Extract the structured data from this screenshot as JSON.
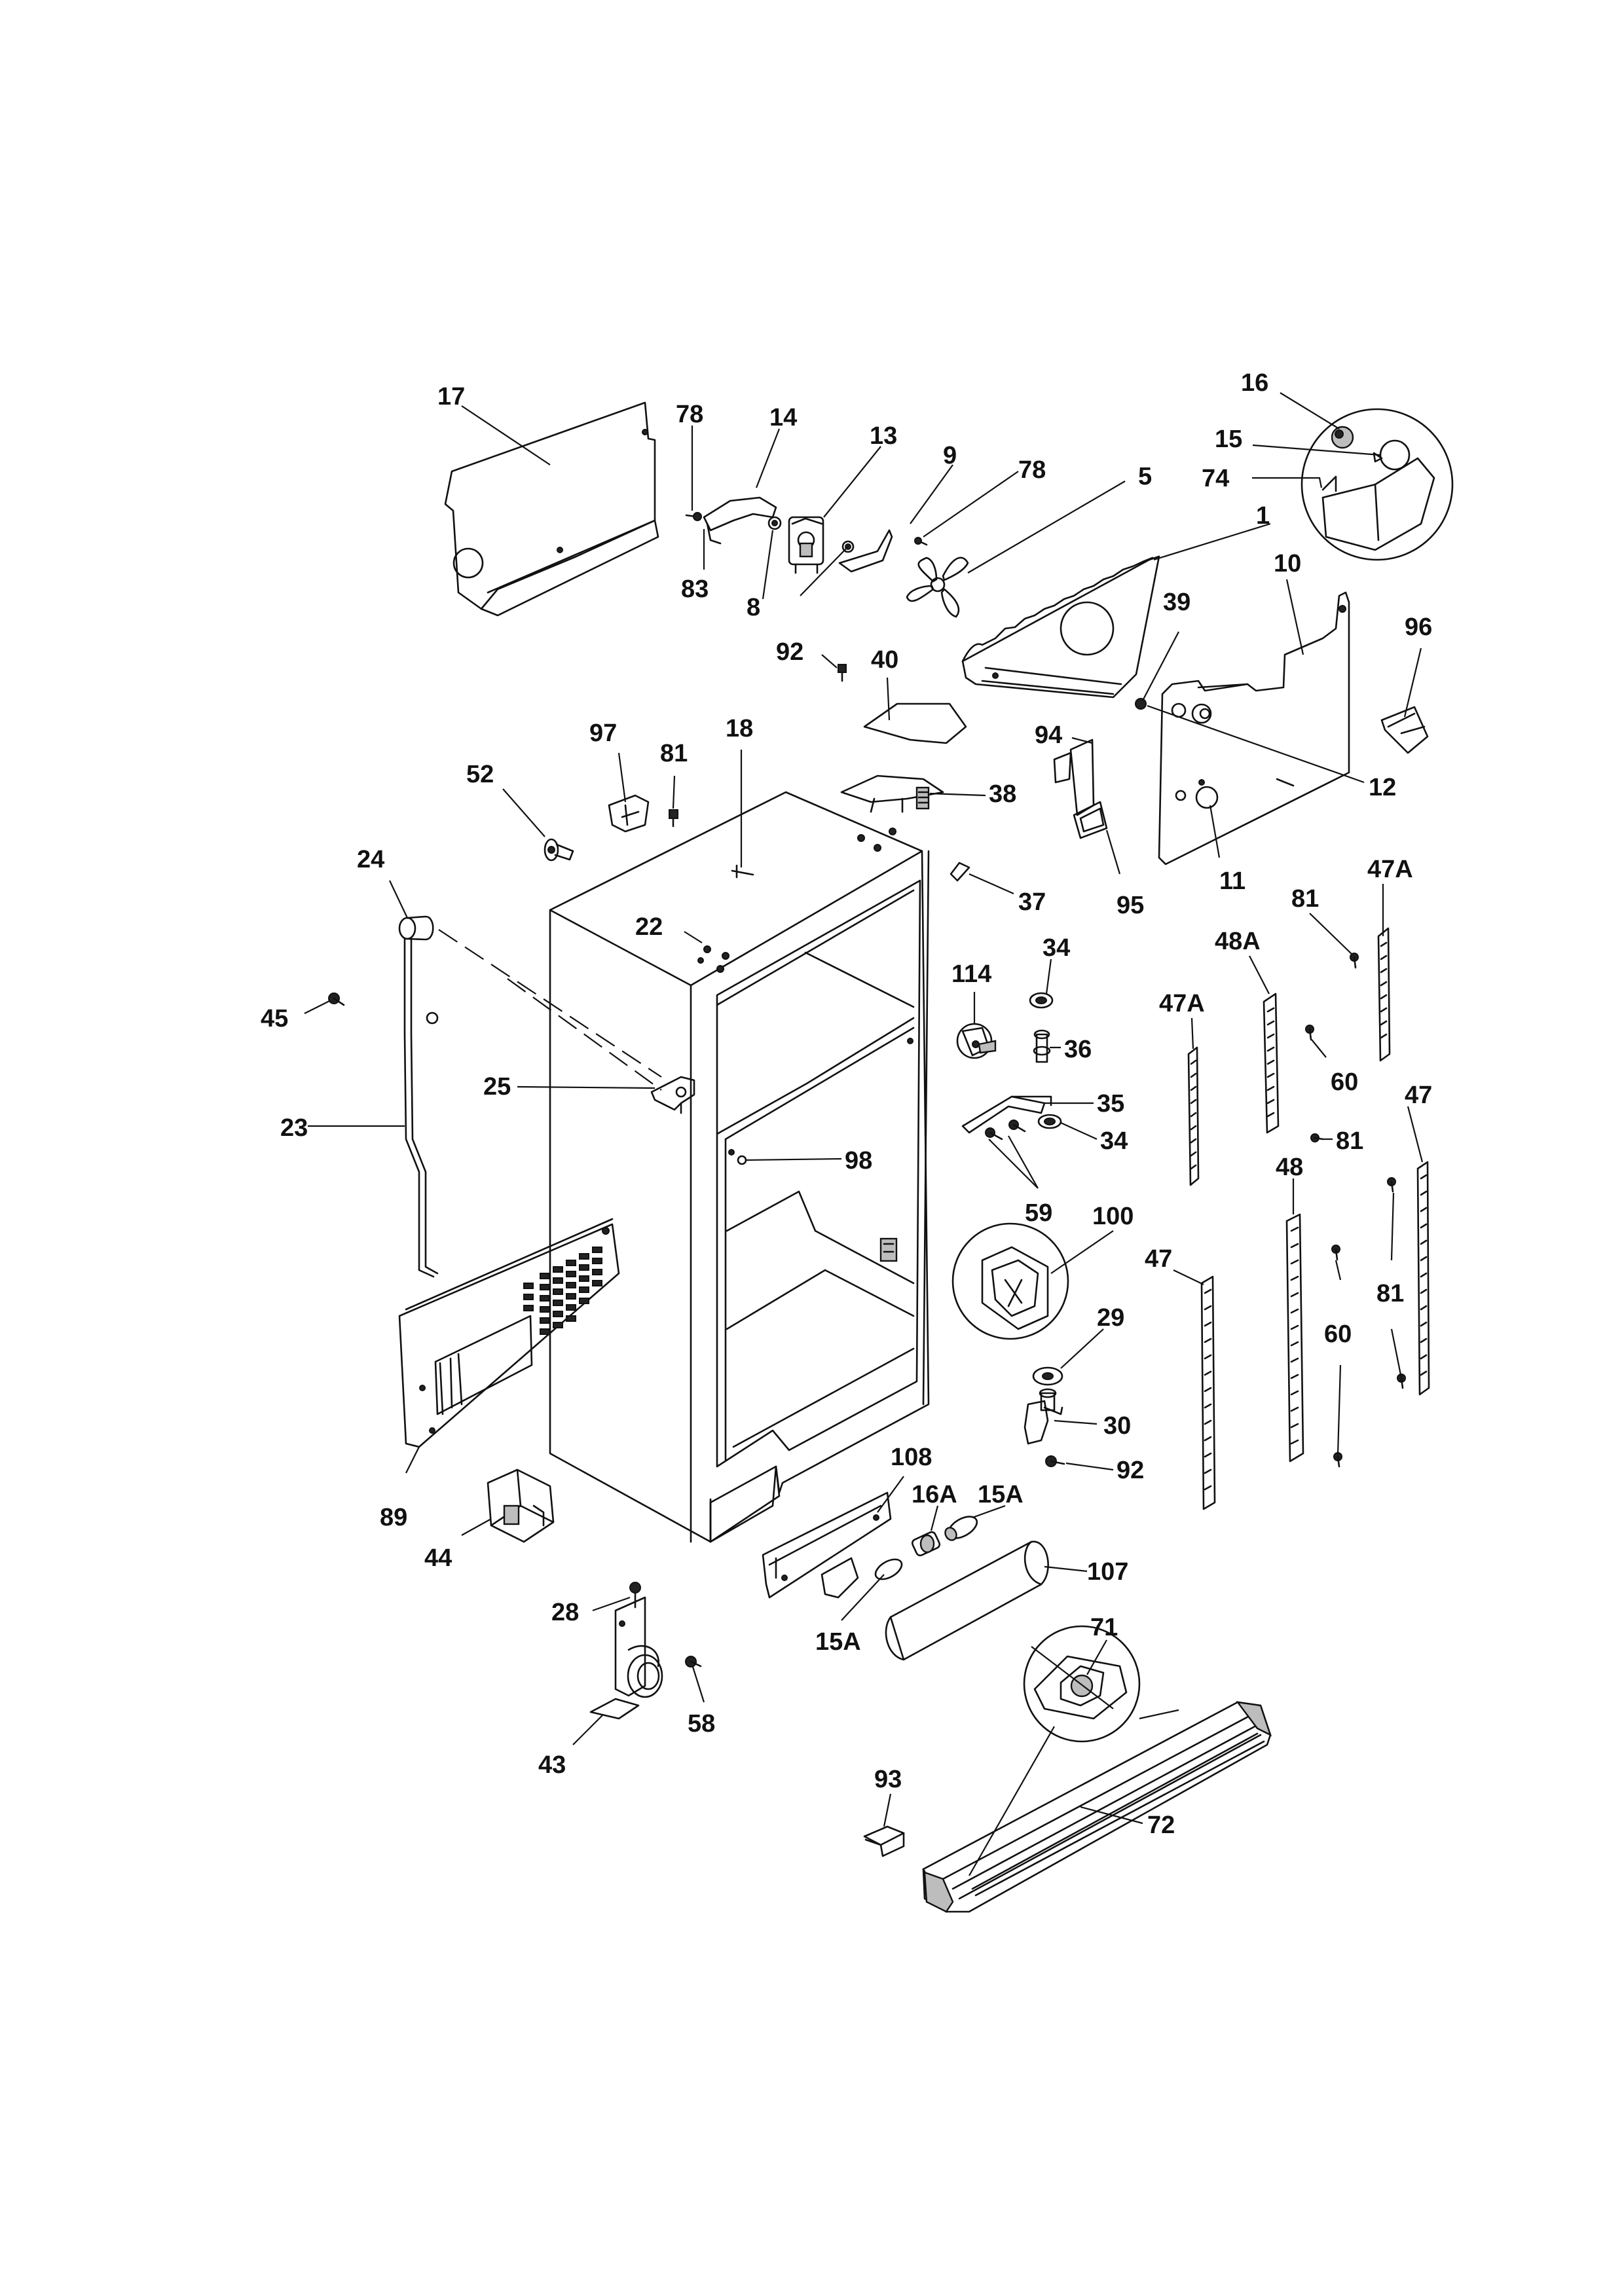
{
  "diagram": {
    "callouts": [
      {
        "id": "17"
      },
      {
        "id": "78"
      },
      {
        "id": "14"
      },
      {
        "id": "13"
      },
      {
        "id": "9"
      },
      {
        "id": "78"
      },
      {
        "id": "5"
      },
      {
        "id": "16"
      },
      {
        "id": "15"
      },
      {
        "id": "74"
      },
      {
        "id": "83"
      },
      {
        "id": "8"
      },
      {
        "id": "1"
      },
      {
        "id": "10"
      },
      {
        "id": "39"
      },
      {
        "id": "96"
      },
      {
        "id": "92"
      },
      {
        "id": "40"
      },
      {
        "id": "12"
      },
      {
        "id": "94"
      },
      {
        "id": "97"
      },
      {
        "id": "81"
      },
      {
        "id": "18"
      },
      {
        "id": "52"
      },
      {
        "id": "38"
      },
      {
        "id": "24"
      },
      {
        "id": "95"
      },
      {
        "id": "11"
      },
      {
        "id": "37"
      },
      {
        "id": "22"
      },
      {
        "id": "81"
      },
      {
        "id": "47A"
      },
      {
        "id": "34"
      },
      {
        "id": "48A"
      },
      {
        "id": "114"
      },
      {
        "id": "45"
      },
      {
        "id": "47A"
      },
      {
        "id": "36"
      },
      {
        "id": "60"
      },
      {
        "id": "25"
      },
      {
        "id": "35"
      },
      {
        "id": "47"
      },
      {
        "id": "34"
      },
      {
        "id": "81"
      },
      {
        "id": "23"
      },
      {
        "id": "98"
      },
      {
        "id": "48"
      },
      {
        "id": "59"
      },
      {
        "id": "100"
      },
      {
        "id": "47"
      },
      {
        "id": "81"
      },
      {
        "id": "29"
      },
      {
        "id": "60"
      },
      {
        "id": "30"
      },
      {
        "id": "108"
      },
      {
        "id": "92"
      },
      {
        "id": "16A"
      },
      {
        "id": "15A"
      },
      {
        "id": "89"
      },
      {
        "id": "44"
      },
      {
        "id": "107"
      },
      {
        "id": "28"
      },
      {
        "id": "15A"
      },
      {
        "id": "71"
      },
      {
        "id": "58"
      },
      {
        "id": "43"
      },
      {
        "id": "93"
      },
      {
        "id": "72"
      }
    ]
  }
}
